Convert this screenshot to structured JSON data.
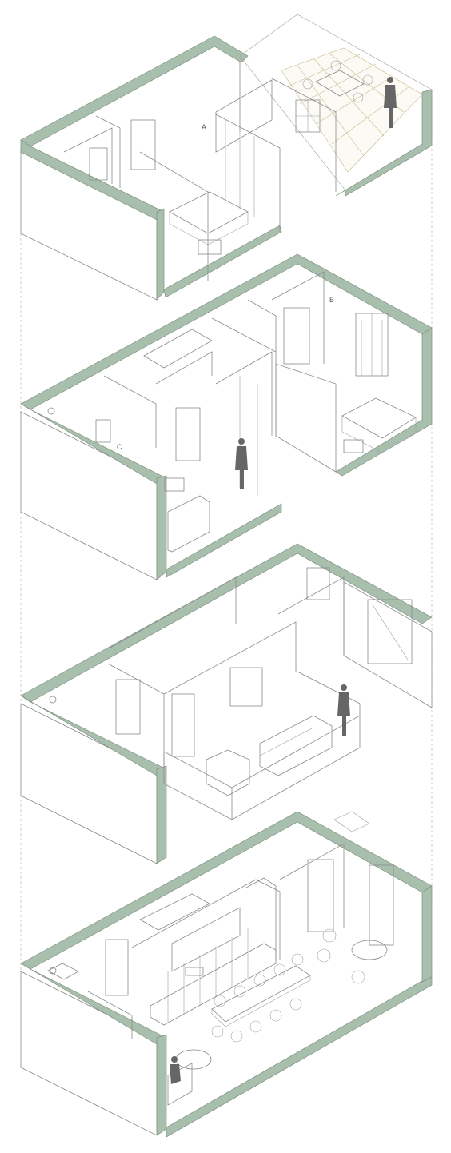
{
  "diagram": {
    "colors": {
      "wall": "#a9bfae",
      "line": "#8a8a8a",
      "floor_tile": "#c9b98a"
    },
    "levels": [
      {
        "id": "level-1",
        "room_label": "A"
      },
      {
        "id": "level-2",
        "room_label": "B",
        "room_label_2": "C"
      },
      {
        "id": "level-3"
      },
      {
        "id": "level-4"
      }
    ]
  }
}
